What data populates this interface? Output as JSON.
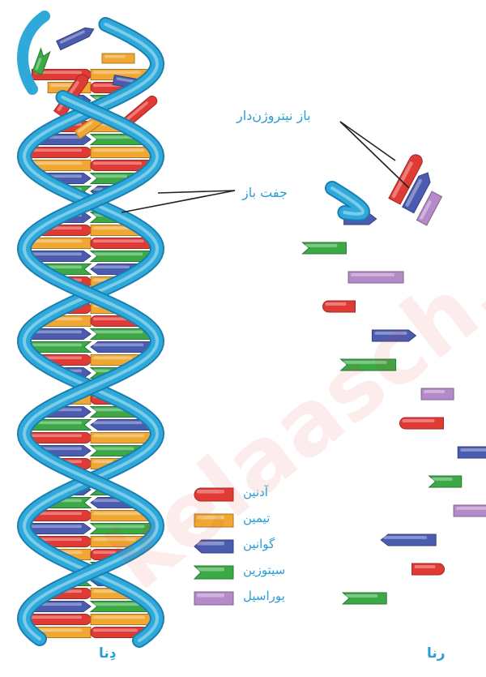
{
  "labels": {
    "nitrogen_base": "باز نیتروژن‌دار",
    "base_pair": "جفت باز"
  },
  "legend": [
    {
      "name": "adenine",
      "label": "آدنین",
      "color": "#e03a35"
    },
    {
      "name": "thymine",
      "label": "تیمین",
      "color": "#f0a832"
    },
    {
      "name": "guanine",
      "label": "گوانین",
      "color": "#4a5bb0"
    },
    {
      "name": "cytosine",
      "label": "سیتوزین",
      "color": "#3aa946"
    },
    {
      "name": "uracil",
      "label": "یوراسیل",
      "color": "#b48ac8"
    }
  ],
  "captions": {
    "dna": "دِنا",
    "rna": "رنا"
  },
  "watermark": "kelaasch.com",
  "colors": {
    "backbone": "#2fa9d9",
    "backbone_light": "#8fd4ef",
    "text": "#2a9fd6"
  }
}
